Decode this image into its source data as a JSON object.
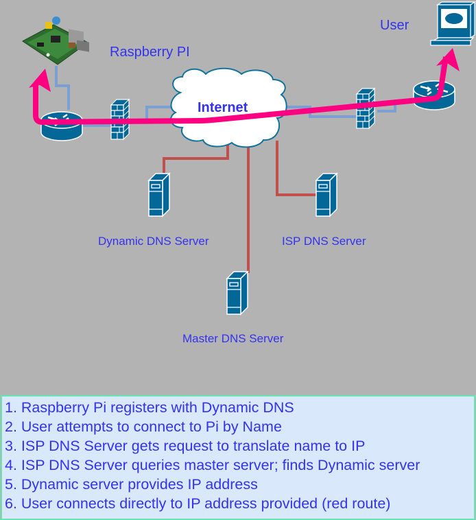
{
  "diagram": {
    "title": "Dynamic DNS access to Raspberry Pi",
    "colors": {
      "background": "#b3b3b3",
      "label_text": "#3333ee",
      "device_fill": "#036897",
      "lan_link": "#7a9fd0",
      "dns_link": "#c0504d",
      "route": "#ff0080",
      "cloud_border": "#10739e",
      "legend_fill": "#dae8fc",
      "legend_border": "#66e6b0"
    },
    "nodes": {
      "raspberry_pi": {
        "label": "Raspberry PI",
        "icon": "raspberry-pi-board-icon"
      },
      "user": {
        "label": "User",
        "icon": "workstation-icon"
      },
      "internet": {
        "label": "Internet",
        "icon": "cloud-icon"
      },
      "pi_router": {
        "icon": "router-icon"
      },
      "pi_firewall": {
        "icon": "firewall-icon"
      },
      "user_router": {
        "icon": "router-icon"
      },
      "user_firewall": {
        "icon": "firewall-icon"
      },
      "dynamic_dns": {
        "label": "Dynamic DNS Server",
        "icon": "server-icon"
      },
      "isp_dns": {
        "label": "ISP DNS Server",
        "icon": "server-icon"
      },
      "master_dns": {
        "label": "Master DNS Server",
        "icon": "server-icon"
      }
    },
    "route_label": "red route"
  },
  "legend": {
    "steps": [
      "1. Raspberry Pi registers with Dynamic DNS",
      "2. User attempts to connect to Pi by Name",
      "3. ISP DNS Server gets request to translate name to IP",
      "4. ISP DNS Server queries master server; finds Dynamic server",
      "5. Dynamic server provides IP address",
      "6. User connects directly to IP address provided (red route)"
    ]
  }
}
